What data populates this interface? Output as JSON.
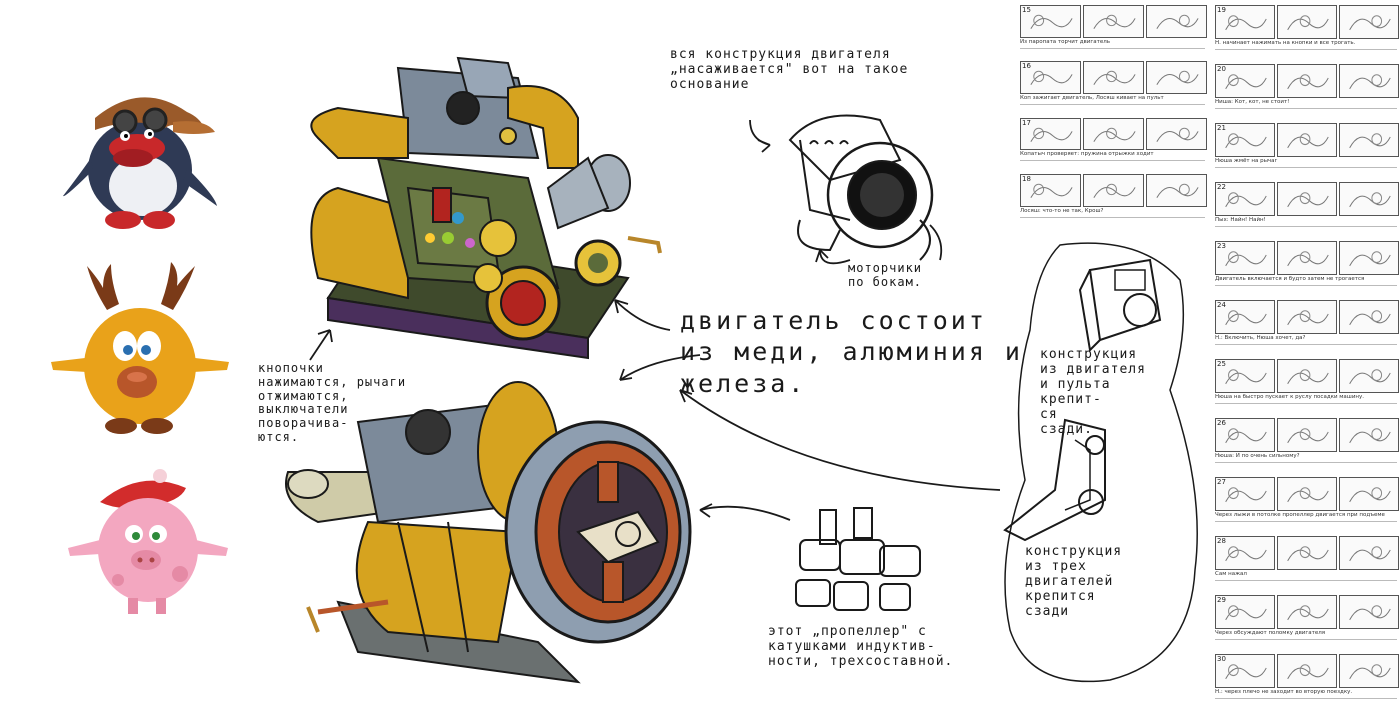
{
  "colors": {
    "ink": "#1a1a1a",
    "brass": "#d6a31f",
    "copper": "#b8562a",
    "steel": "#7c8a9a",
    "green": "#5b6b3a",
    "penguin": "#2f3a55",
    "elk": "#e9a21a",
    "pig": "#f3a7c0"
  },
  "notes": {
    "top_note": "вся конструкция двигателя\n„насаживается\" вот на такое\nоснование",
    "motors": "моторчики\nпо бокам.",
    "main_caption": "двигатель состоит\nиз меди, алюминия и\nжелеза.",
    "buttons": "кнопочки\nнажимаются, рычаги\nотжимаются,\nвыключатели\nповорачива-\nются.",
    "propeller": "этот „пропеллер\" с\nкатушками индуктив-\nности, трехсоставной.",
    "construction1": "конструкция\nиз двигателя\nи пульта\nкрепит-\nся\nсзади.",
    "construction2": "конструкция\nиз трех\nдвигателей\nкрепится\nсзади"
  },
  "storyboard": {
    "left": [
      {
        "num": "15",
        "caption": "Из паропата торчит двигатель"
      },
      {
        "num": "16",
        "caption": "Коп зажигает двигатель, Лосяш кивает на пульт"
      },
      {
        "num": "17",
        "caption": "Копатыч проверяет: пружина отрыжки ходит"
      },
      {
        "num": "18",
        "caption": "Лосяш: что-то не так, Крош?"
      }
    ],
    "right": [
      {
        "num": "19",
        "caption": "Н. начинает нажимать на кнопки и все трогать."
      },
      {
        "num": "20",
        "caption": "Ниша: Кот, кот, не стоит!"
      },
      {
        "num": "21",
        "caption": "Нюша жмёт на рычаг"
      },
      {
        "num": "22",
        "caption": "Пых: Найн! Найн!"
      },
      {
        "num": "23",
        "caption": "Двигатель включается и будто затем не трогается"
      },
      {
        "num": "24",
        "caption": "Н.: Включить, Нюша хочет, да?"
      },
      {
        "num": "25",
        "caption": "Нюша на быстро пускает к руслу посадки машину."
      },
      {
        "num": "26",
        "caption": "Нюша: И по очень сильному?"
      },
      {
        "num": "27",
        "caption": "Через лыжи в потолке пропеллер двигается при подъеме"
      },
      {
        "num": "28",
        "caption": "Сам нажал"
      },
      {
        "num": "29",
        "caption": "Через обсуждают поломку двигателя"
      },
      {
        "num": "30",
        "caption": "Н.: через плечо не заходит во вторую поездку."
      }
    ]
  }
}
